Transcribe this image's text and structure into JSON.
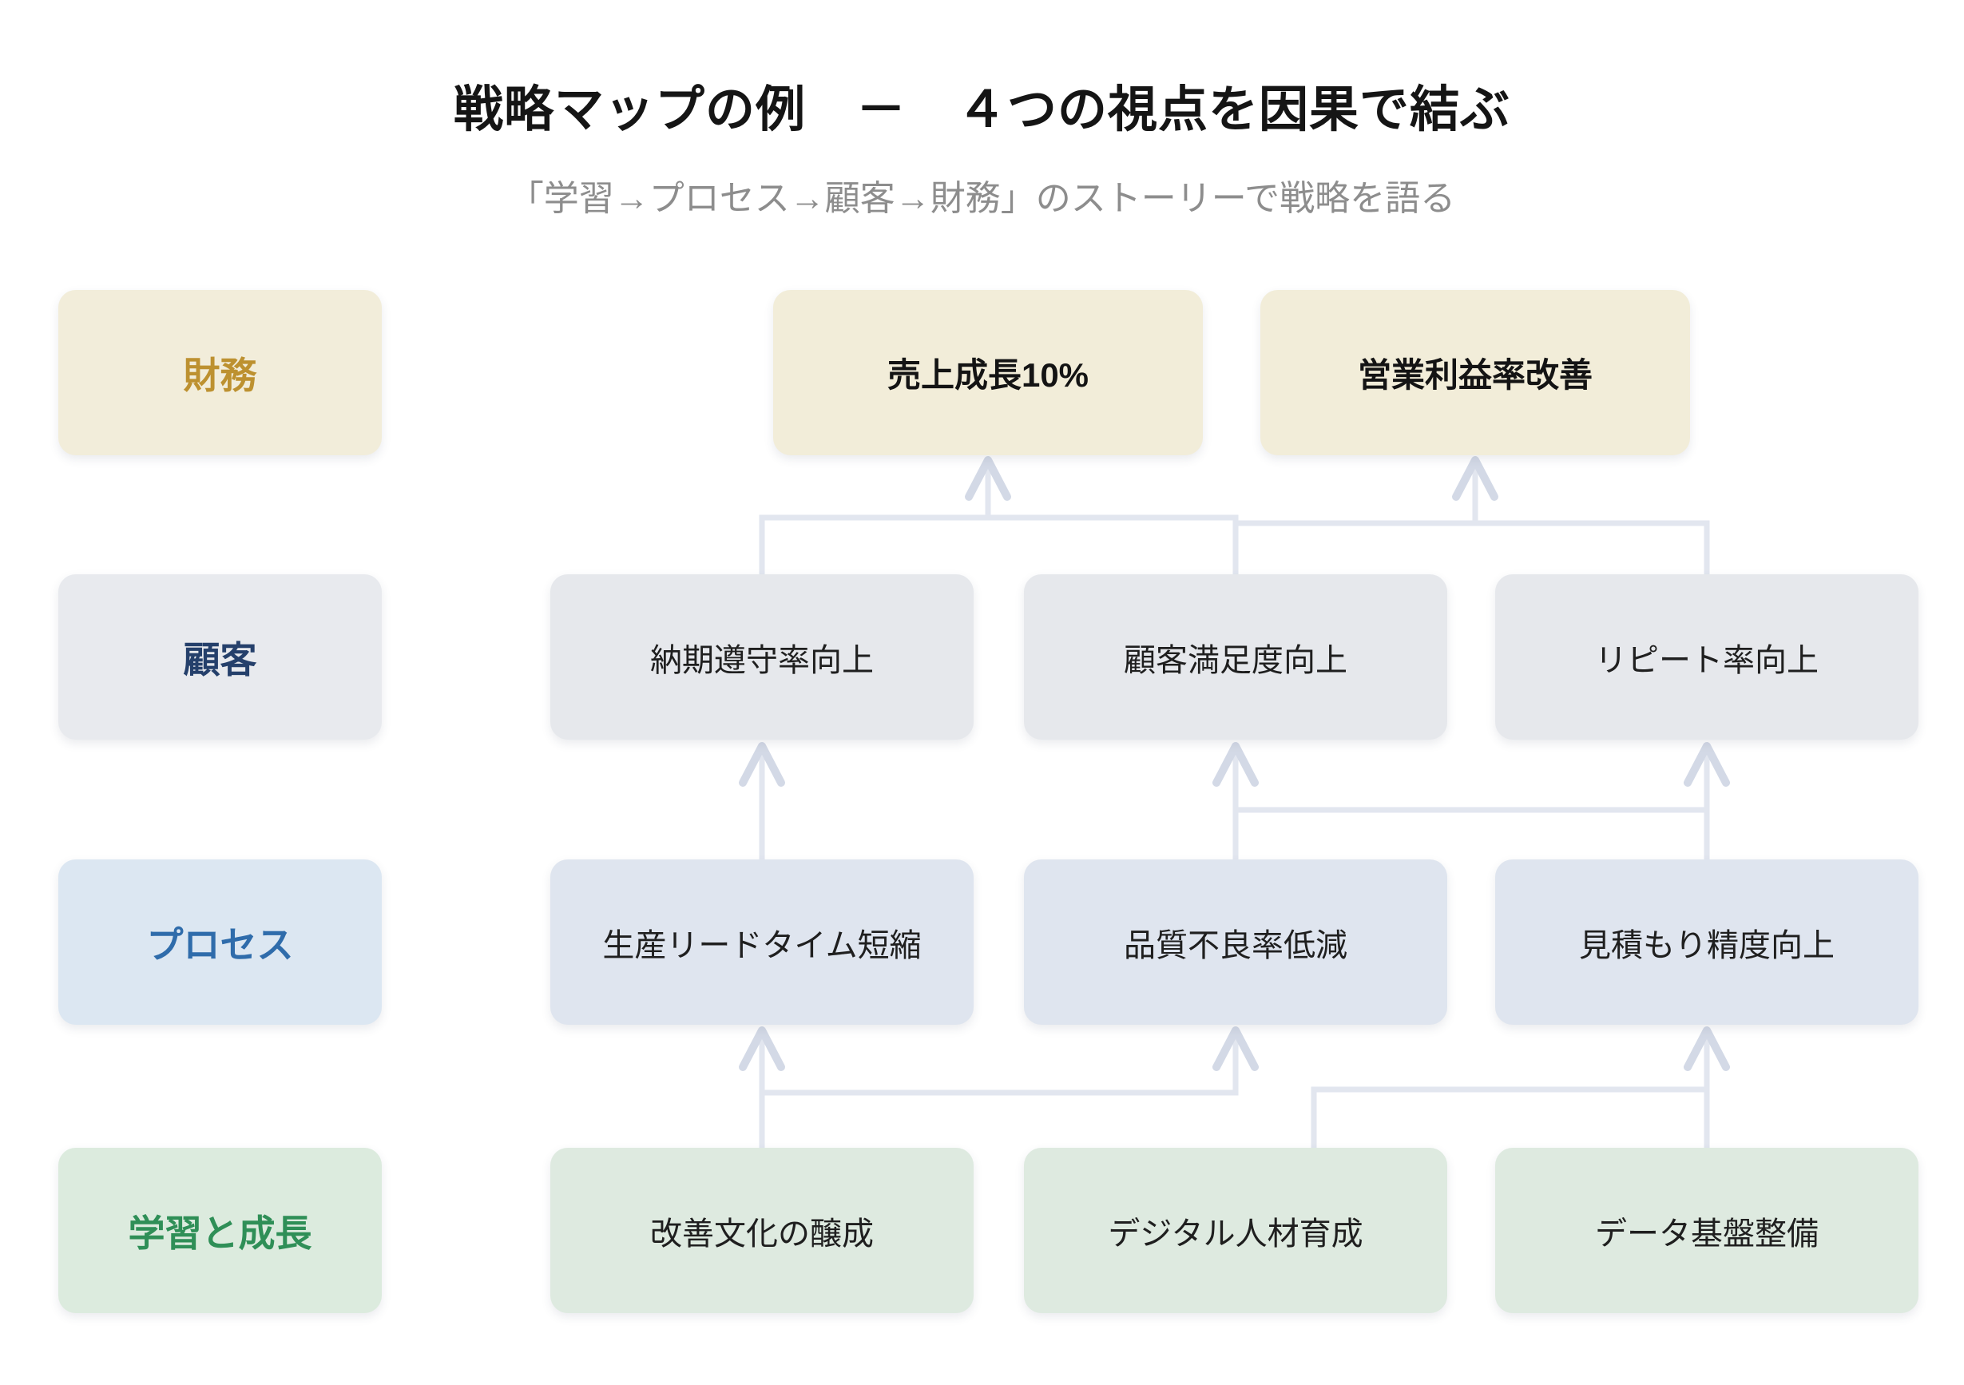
{
  "header": {
    "title": "戦略マップの例　－　４つの視点を因果で結ぶ",
    "subtitle": "「学習→プロセス→顧客→財務」のストーリーで戦略を語る"
  },
  "rows": [
    {
      "key": "finance",
      "label": "財務",
      "items": [
        "売上成長10%",
        "営業利益率改善"
      ]
    },
    {
      "key": "customer",
      "label": "顧客",
      "items": [
        "納期遵守率向上",
        "顧客満足度向上",
        "リピート率向上"
      ]
    },
    {
      "key": "process",
      "label": "プロセス",
      "items": [
        "生産リードタイム短縮",
        "品質不良率低減",
        "見積もり精度向上"
      ]
    },
    {
      "key": "learning",
      "label": "学習と成長",
      "items": [
        "改善文化の醸成",
        "デジタル人材育成",
        "データ基盤整備"
      ]
    }
  ],
  "connections": [
    {
      "from": "納期遵守率向上",
      "to": "売上成長10%"
    },
    {
      "from": "顧客満足度向上",
      "to": "売上成長10%"
    },
    {
      "from": "顧客満足度向上",
      "to": "営業利益率改善"
    },
    {
      "from": "リピート率向上",
      "to": "営業利益率改善"
    },
    {
      "from": "生産リードタイム短縮",
      "to": "納期遵守率向上"
    },
    {
      "from": "品質不良率低減",
      "to": "顧客満足度向上"
    },
    {
      "from": "品質不良率低減",
      "to": "リピート率向上"
    },
    {
      "from": "見積もり精度向上",
      "to": "リピート率向上"
    },
    {
      "from": "改善文化の醸成",
      "to": "生産リードタイム短縮"
    },
    {
      "from": "改善文化の醸成",
      "to": "品質不良率低減"
    },
    {
      "from": "デジタル人材育成",
      "to": "見積もり精度向上"
    },
    {
      "from": "データ基盤整備",
      "to": "見積もり精度向上"
    }
  ],
  "colors": {
    "finance_bg": "#F2EDD9",
    "finance_text": "#BD9130",
    "customer_bg": "#E6E8EC",
    "customer_text": "#25406B",
    "process_bg": "#DFE5EF",
    "process_text": "#2F6CAB",
    "learning_bg": "#DEEAE0",
    "learning_text": "#2F8F57",
    "connector_line": "#E2E6EF",
    "arrowhead": "#D3D9E6",
    "title_text": "#151515",
    "subtitle_text": "#8D8D8D"
  }
}
